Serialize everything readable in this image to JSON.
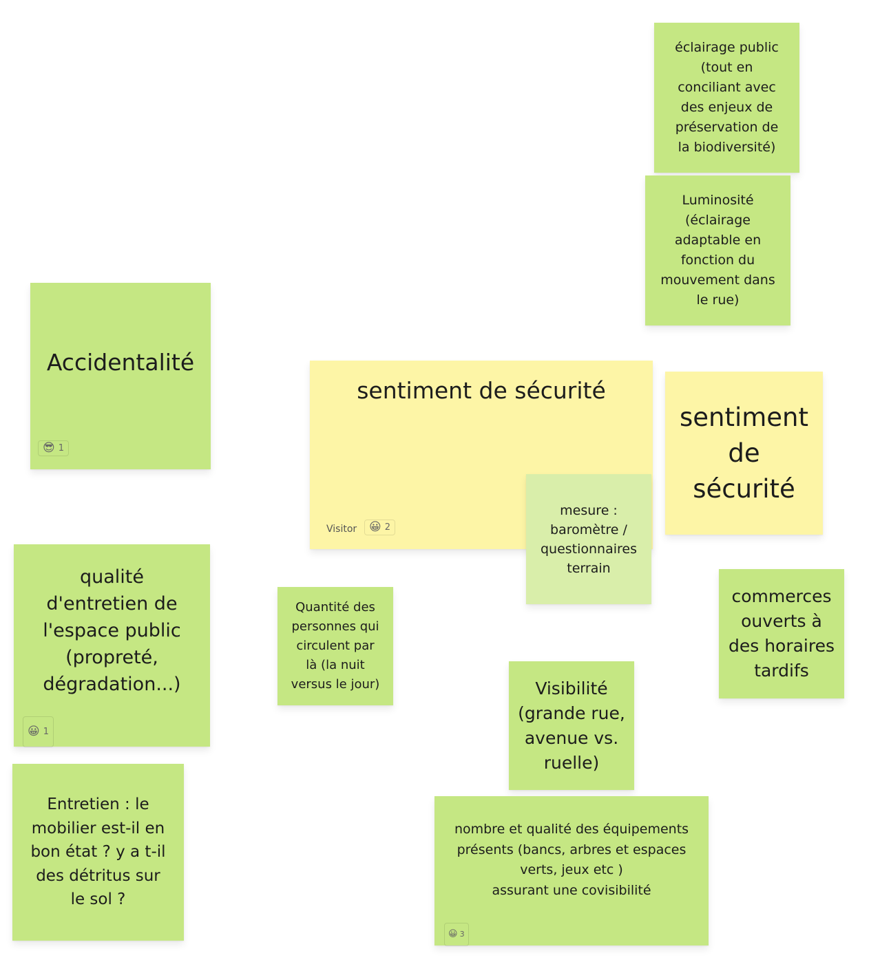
{
  "notes": {
    "eclairage": {
      "text": "éclairage public\n(tout en\nconciliant avec\ndes enjeux de\npréservation de\nla biodiversité)"
    },
    "luminosite": {
      "text": "Luminosité\n(éclairage\nadaptable en\nfonction du\nmouvement dans\nle rue)"
    },
    "accidentalite": {
      "text": "Accidentalité",
      "reaction": {
        "emoji": "😎",
        "count": "1"
      }
    },
    "sentiment_main": {
      "text": "sentiment de sécurité",
      "author": "Visitor",
      "reaction": {
        "emoji": "😀",
        "count": "2"
      }
    },
    "sentiment_small": {
      "text": "sentiment\nde\nsécurité"
    },
    "mesure": {
      "text": "mesure :\nbaromètre /\nquestionnaires\nterrain"
    },
    "qualite": {
      "text": "qualité\nd'entretien de\nl'espace public\n(propreté,\ndégradation...)",
      "reaction": {
        "emoji": "😀",
        "count": "1"
      }
    },
    "quantite": {
      "text": "Quantité des\npersonnes qui\ncirculent par\nlà (la nuit\nversus le jour)"
    },
    "commerces": {
      "text": "commerces\nouverts à\ndes horaires\ntardifs"
    },
    "visibilite": {
      "text": "Visibilité\n(grande rue,\navenue vs.\nruelle)"
    },
    "entretien": {
      "text": "Entretien : le\nmobilier est-il en\nbon état ? y a t-il\ndes détritus sur\nle sol ?"
    },
    "nombre": {
      "text": "nombre et qualité des équipements\nprésents (bancs, arbres et espaces\nverts, jeux etc )\nassurant une covisibilité",
      "reaction": {
        "emoji": "😀",
        "count": "3"
      }
    }
  },
  "colors": {
    "green": "#c5e783",
    "light_green": "#d9eeaa",
    "yellow": "#fdf5a6"
  }
}
